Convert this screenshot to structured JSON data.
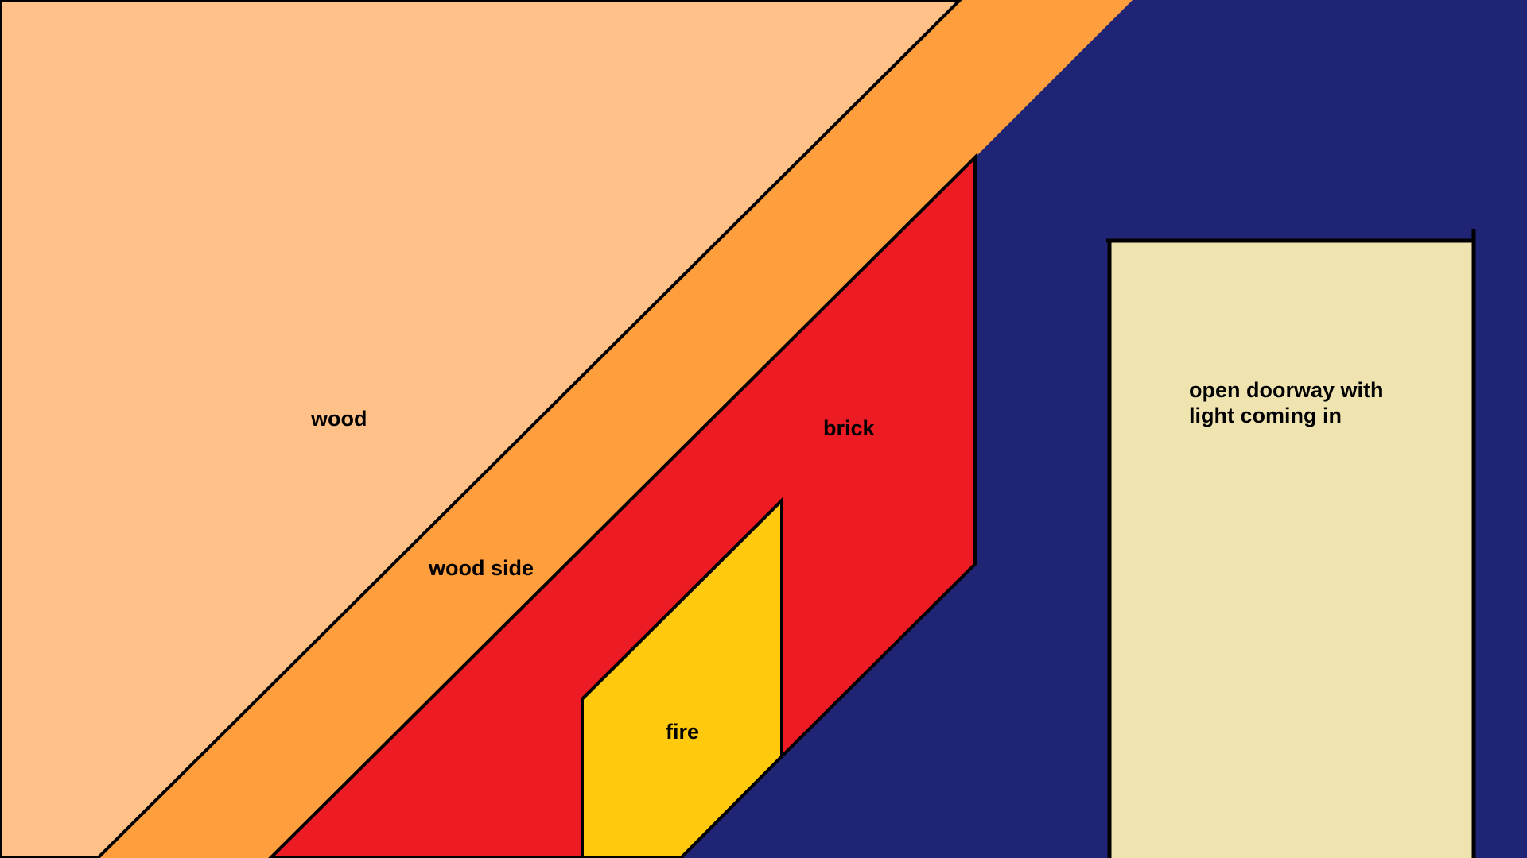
{
  "labels": {
    "wood": "wood",
    "wood_side": "wood side",
    "brick": "brick",
    "fire": "fire",
    "doorway_line1": "open doorway with",
    "doorway_line2": "light coming in"
  },
  "colors": {
    "background": "#1f2474",
    "wood": "#ffc187",
    "wood_side": "#ff9e3d",
    "brick": "#ed1c24",
    "fire": "#ffc90e",
    "doorway": "#efe4b0",
    "outline": "#000000"
  }
}
